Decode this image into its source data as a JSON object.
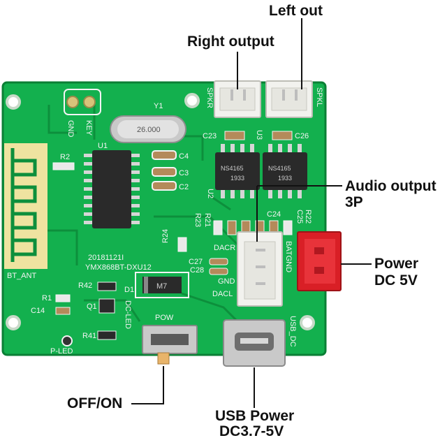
{
  "callouts": {
    "left_out": "Left out",
    "right_output": "Right output",
    "audio_output_1": "Audio output",
    "audio_output_2": "3P",
    "power_1": "Power",
    "power_2": "DC 5V",
    "usb_power_1": "USB Power",
    "usb_power_2": "DC3.7-5V",
    "off_on": "OFF/ON"
  },
  "silkscreen": {
    "gnd": "GND",
    "key": "KEY",
    "y1": "Y1",
    "crystal": "26.000",
    "spkr": "SPKR",
    "spkl": "SPKL",
    "c23": "C23",
    "c26": "C26",
    "u3": "U3",
    "u2": "U2",
    "u1": "U1",
    "r2": "R2",
    "c4": "C4",
    "c3": "C3",
    "c2": "C2",
    "ns4165_a": "NS4165",
    "ns4165_a_code": "1933",
    "ns4165_b": "NS4165",
    "ns4165_b_code": "1933",
    "c24": "C24",
    "c25": "C25",
    "r22": "R22",
    "r23": "R23",
    "r21": "R21",
    "r24": "R24",
    "date": "20181121I",
    "model": "YMX868BT-DXU12",
    "bt_ant": "BT_ANT",
    "dacr": "DACR",
    "dacl": "DACL",
    "gnd2": "GND",
    "batgnd": "BATGND",
    "c27": "C27",
    "c28": "C28",
    "r42": "R42",
    "d1": "D1",
    "m7": "M7",
    "r1": "R1",
    "c14": "C14",
    "q1": "Q1",
    "dc_led": "DC-LED",
    "pow": "POW",
    "r41": "R41",
    "p_led": "P-LED",
    "usb_dc": "USB_DC"
  },
  "colors": {
    "pcb": "#13b04e",
    "pcb_dark": "#0d8f3c",
    "silk": "#f4f4f4",
    "chip": "#2a2a2a",
    "connector_white": "#f2f2ee",
    "connector_red": "#d91f26",
    "metal": "#c9c9c9"
  }
}
